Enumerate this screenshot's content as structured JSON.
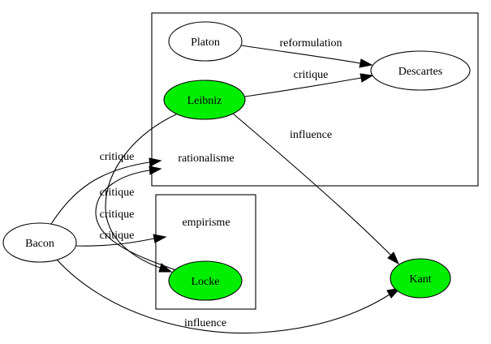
{
  "colors": {
    "highlight": "#00ee00",
    "default_fill": "#ffffff",
    "stroke": "#000000"
  },
  "clusters": {
    "rationalisme": "rationalisme",
    "empirisme": "empirisme"
  },
  "nodes": {
    "platon": "Platon",
    "descartes": "Descartes",
    "leibniz": "Leibniz",
    "kant": "Kant",
    "locke": "Locke",
    "bacon": "Bacon"
  },
  "highlighted_nodes": [
    "leibniz",
    "locke",
    "kant"
  ],
  "edges": [
    {
      "from": "Platon",
      "to": "Descartes",
      "label": "reformulation"
    },
    {
      "from": "Leibniz",
      "to": "Descartes",
      "label": "critique"
    },
    {
      "from": "Leibniz",
      "to": "Kant",
      "label": "influence"
    },
    {
      "from": "Bacon",
      "to": "rationalisme",
      "label": "critique"
    },
    {
      "from": "Leibniz",
      "to": "Locke",
      "label": "critique"
    },
    {
      "from": "Locke",
      "to": "rationalisme",
      "label": "critique"
    },
    {
      "from": "Bacon",
      "to": "empirisme",
      "label": "critique"
    },
    {
      "from": "Bacon",
      "to": "Kant",
      "label": "influence"
    }
  ]
}
